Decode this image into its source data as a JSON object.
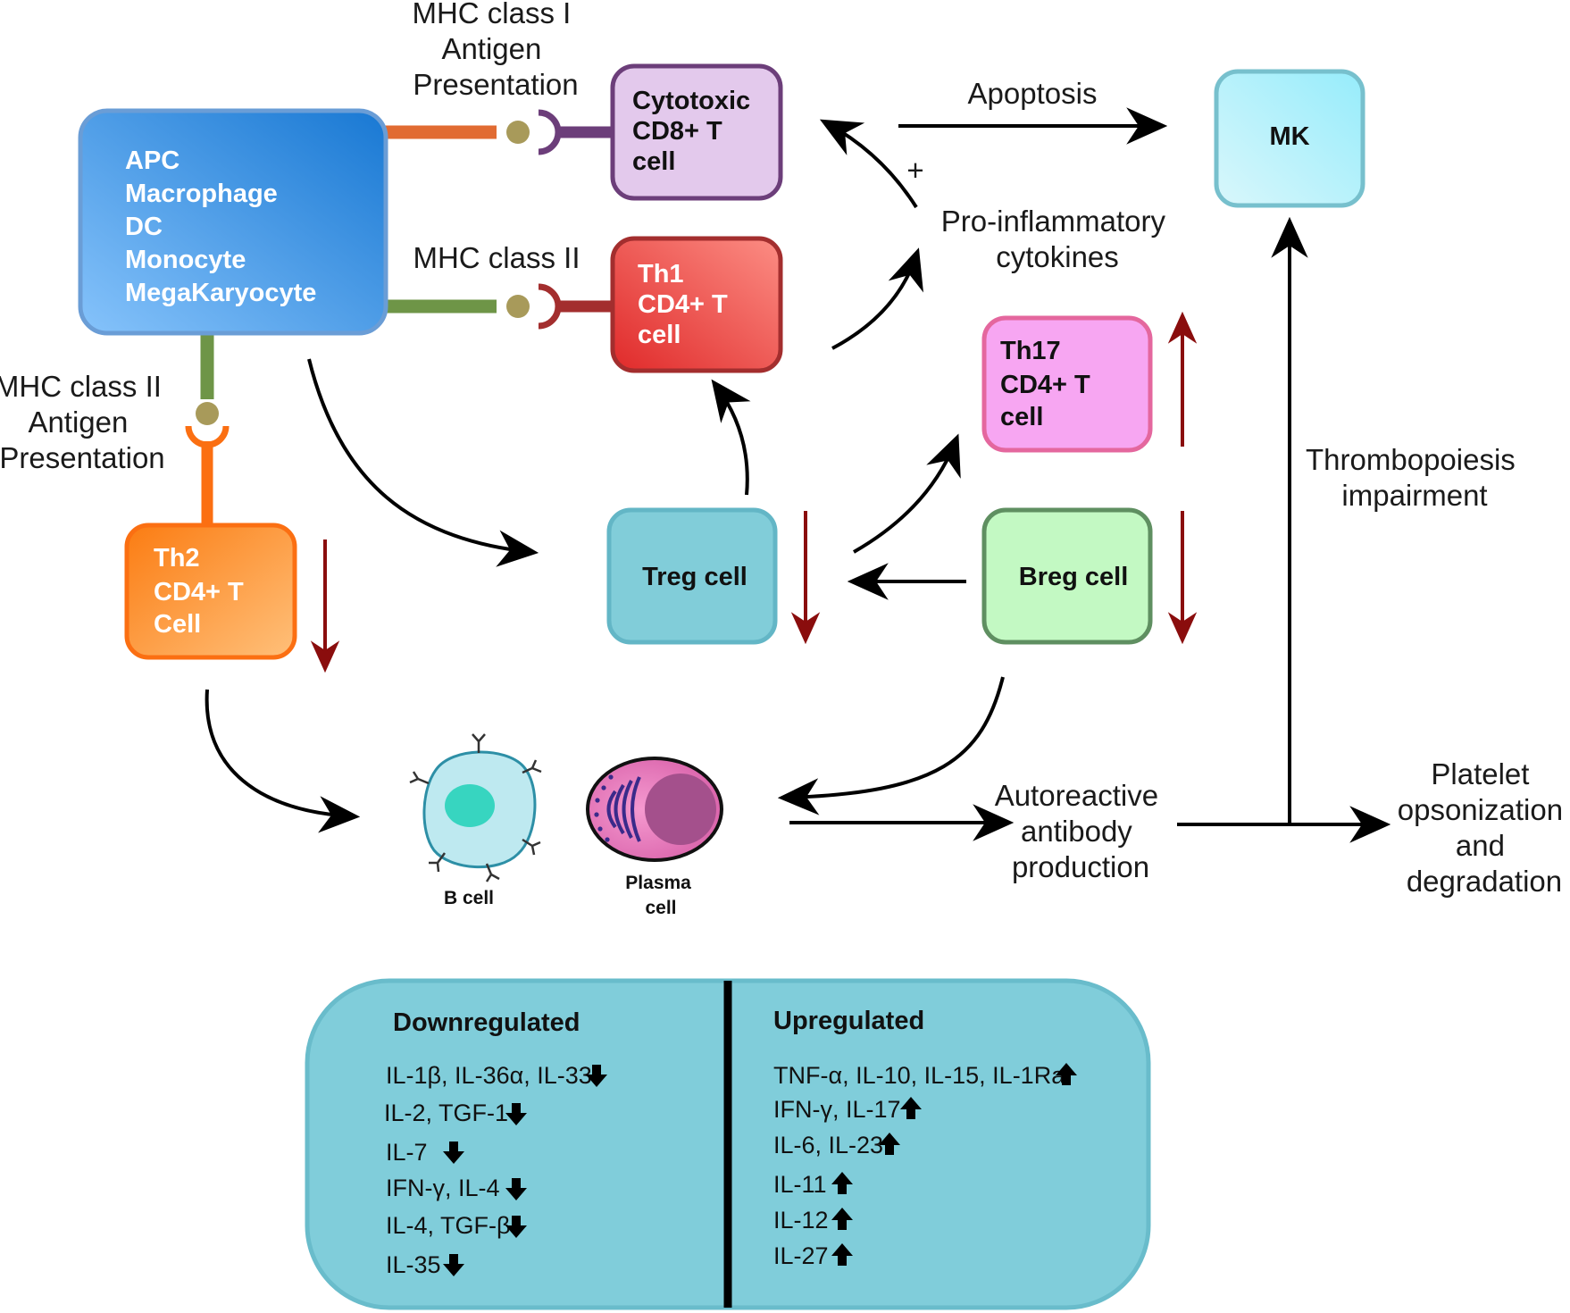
{
  "cells": {
    "apc": {
      "lines": [
        "APC",
        "Macrophage",
        "DC",
        "Monocyte",
        "MegaKaryocyte"
      ]
    },
    "cytotoxic": {
      "lines": [
        "Cytotoxic",
        "CD8+ T",
        "cell"
      ]
    },
    "th1": {
      "lines": [
        "Th1",
        "CD4+ T",
        "cell"
      ]
    },
    "th17": {
      "lines": [
        "Th17",
        "CD4+ T",
        "cell"
      ]
    },
    "th2": {
      "lines": [
        "Th2",
        "CD4+ T",
        "Cell"
      ]
    },
    "treg": {
      "label": "Treg cell"
    },
    "breg": {
      "label": "Breg cell"
    },
    "mk": {
      "label": "MK"
    },
    "bcell": {
      "label": "B cell"
    },
    "plasma": {
      "lines": [
        "Plasma",
        "cell"
      ]
    }
  },
  "labels": {
    "mhc1": [
      "MHC class I",
      "Antigen",
      "Presentation"
    ],
    "mhc2_top": [
      "MHC class II"
    ],
    "mhc2_left": [
      "MHC class II",
      "Antigen",
      "Presentation"
    ],
    "apoptosis": [
      "Apoptosis"
    ],
    "plus": [
      "+"
    ],
    "proinflammatory": [
      "Pro-inflammatory",
      "cytokines"
    ],
    "thrombopoiesis": [
      "Thrombopoiesis",
      "impairment"
    ],
    "autoreactive": [
      "Autoreactive",
      "antibody",
      "production"
    ],
    "platelet": [
      "Platelet",
      "opsonization",
      "and",
      "degradation"
    ]
  },
  "panel": {
    "down": {
      "title": "Downregulated",
      "items": [
        "IL-1β, IL-36α, IL-33",
        "IL-2, TGF-1",
        "IL-7",
        "IFN-γ, IL-4",
        "IL-4, TGF-β",
        "IL-35"
      ]
    },
    "up": {
      "title": "Upregulated",
      "items": [
        "TNF-α, IL-10, IL-15, IL-1Ra",
        "IFN-γ, IL-17",
        "IL-6, IL-23",
        "IL-11",
        "IL-12",
        "IL-27"
      ]
    }
  },
  "colors": {
    "apc": "#3d8fe0",
    "cytotoxic": "#e3c9ec",
    "th1": "#e8483e",
    "th17": "#f7a6f2",
    "th2": "#fb8b2c",
    "treg": "#81cdd9",
    "breg": "#c3f9c3",
    "mk": "#aeeff7",
    "panel": "#80cdda",
    "dark_red": "#8a0d0d"
  }
}
